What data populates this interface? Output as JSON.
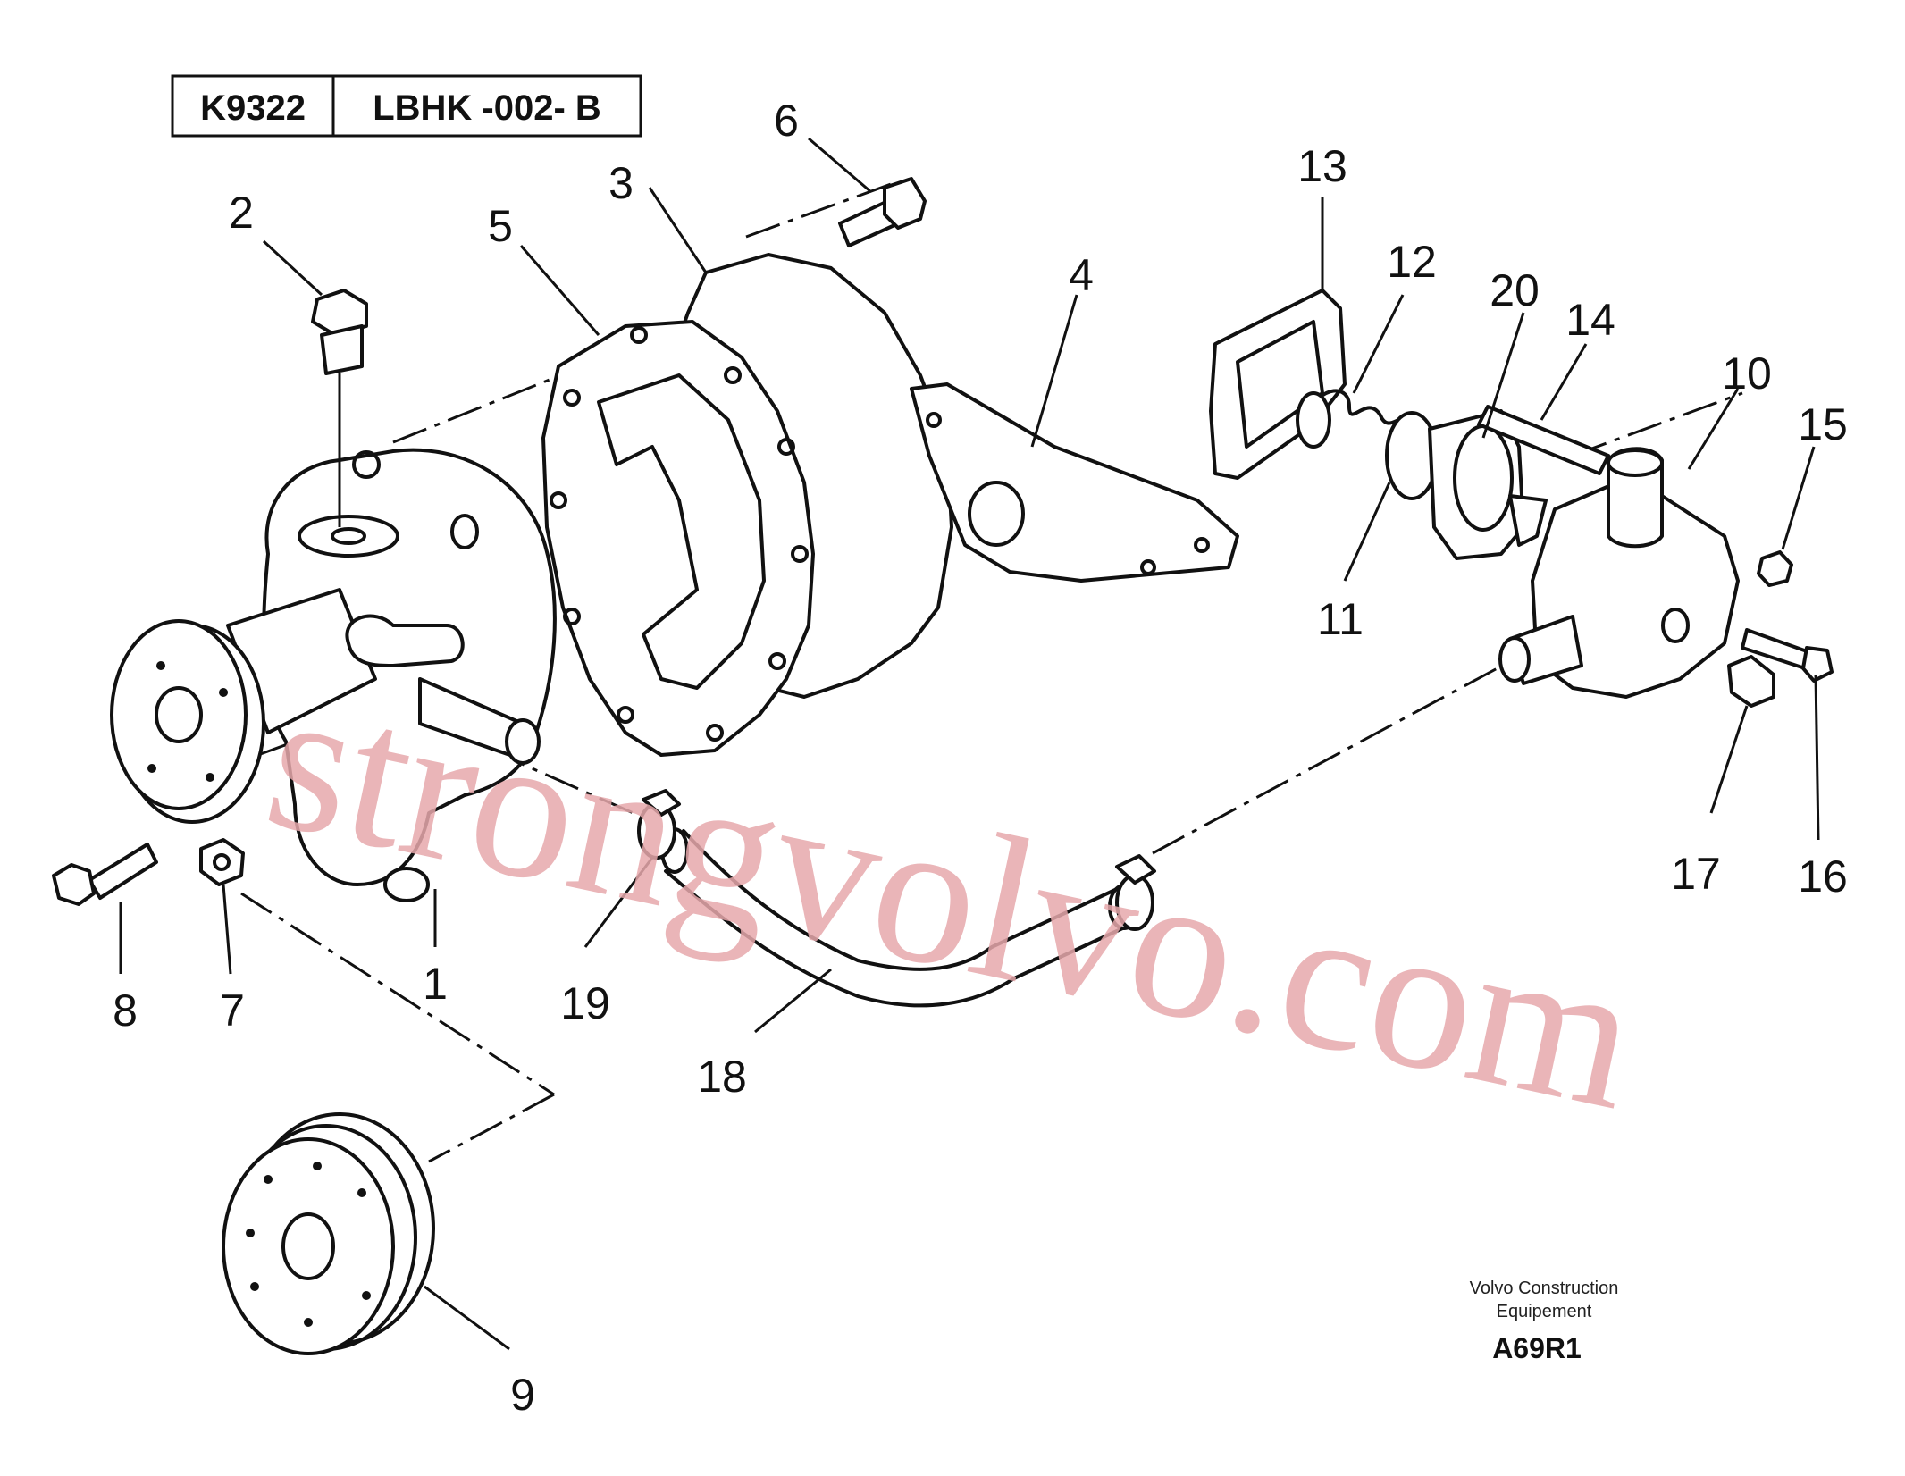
{
  "header": {
    "ref_code": "K9322",
    "drawing_code": "LBHK -002- B"
  },
  "callouts": [
    "1",
    "2",
    "3",
    "4",
    "5",
    "6",
    "7",
    "8",
    "9",
    "10",
    "11",
    "12",
    "13",
    "14",
    "15",
    "16",
    "17",
    "18",
    "19",
    "20"
  ],
  "watermark": "strongvolvo.com",
  "credit": {
    "line1": "Volvo Construction",
    "line2": "Equipement",
    "drawing_no": "A69R1"
  }
}
